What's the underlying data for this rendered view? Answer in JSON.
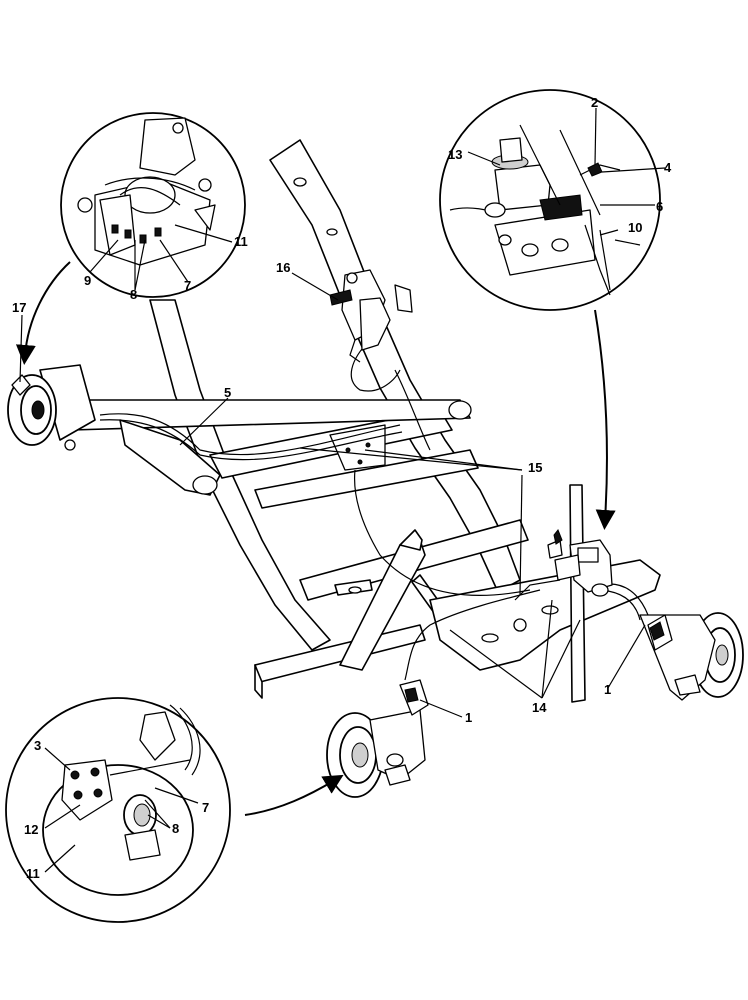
{
  "callouts": {
    "c1a": "1",
    "c1b": "1",
    "c2": "2",
    "c3": "3",
    "c4": "4",
    "c5": "5",
    "c6": "6",
    "c7a": "7",
    "c7b": "7",
    "c8a": "8",
    "c8b": "8",
    "c9": "9",
    "c10": "10",
    "c11a": "11",
    "c11b": "11",
    "c12": "12",
    "c13": "13",
    "c14": "14",
    "c15": "15",
    "c16": "16",
    "c17": "17"
  }
}
